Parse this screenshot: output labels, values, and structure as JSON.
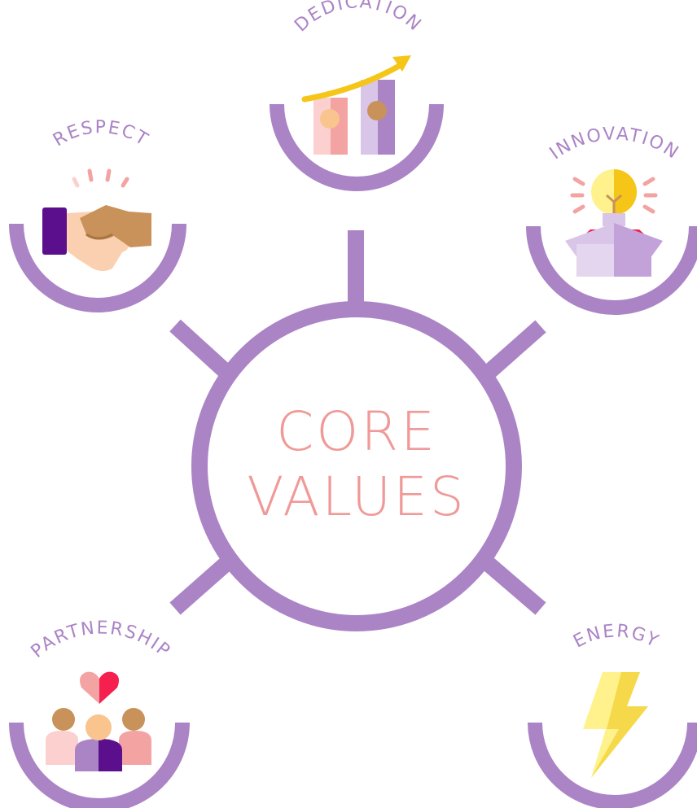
{
  "center": {
    "line1": "CORE",
    "line2": "VALUES"
  },
  "values": {
    "dedication": {
      "label": "DEDICATION",
      "icon": "rising-bar-chart-icon"
    },
    "respect": {
      "label": "RESPECT",
      "icon": "handshake-icon"
    },
    "innovation": {
      "label": "INNOVATION",
      "icon": "lightbulb-box-icon"
    },
    "partnership": {
      "label": "PARTNERSHIP",
      "icon": "team-heart-icon"
    },
    "energy": {
      "label": "ENERGY",
      "icon": "lightning-bolt-icon"
    }
  },
  "colors": {
    "accent_purple": "#ab84c6",
    "core_text_pink": "#ef9a98",
    "dark_purple": "#5b0f8c",
    "pink": "#f4a3a3",
    "light_pink": "#fbd0cf",
    "skin": "#f9c48d",
    "tan": "#c8925a",
    "gold": "#f5c518",
    "bolt_light": "#fff28c",
    "red": "#f5204e"
  }
}
